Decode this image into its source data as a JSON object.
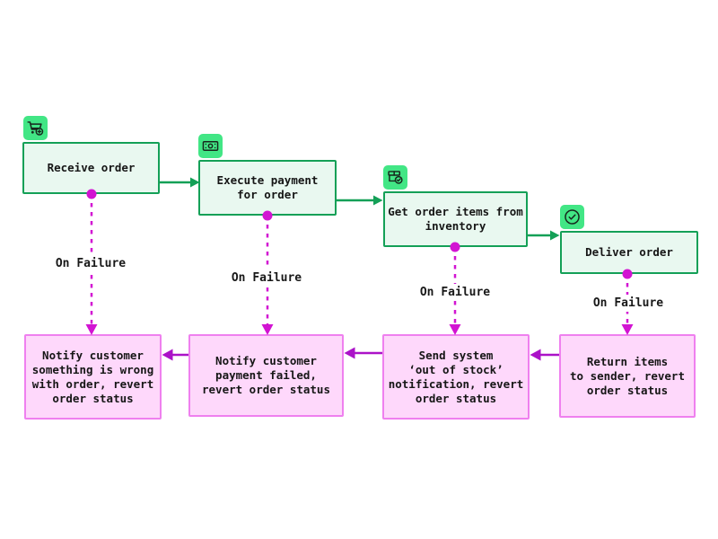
{
  "diagram_type": "flowchart",
  "colors": {
    "success_border": "#14a057",
    "success_fill": "#e9f8f0",
    "badge_green": "#42e685",
    "icon_stroke": "#17271d",
    "failure_magenta": "#d214d2",
    "failure_arrow_purple": "#ab12c8",
    "failure_border": "#ef80ef",
    "failure_fill": "#fed8fb",
    "text": "#161616"
  },
  "success_steps": [
    {
      "label": "Receive order",
      "icon": "cart-plus-icon"
    },
    {
      "label": "Execute payment\nfor order",
      "icon": "banknote-icon"
    },
    {
      "label": "Get order items from\ninventory",
      "icon": "package-check-icon"
    },
    {
      "label": "Deliver order",
      "icon": "check-circle-icon"
    }
  ],
  "failure_steps": [
    {
      "label": "Notify customer\nsomething is wrong\nwith order, revert\norder status"
    },
    {
      "label": "Notify customer\npayment failed,\nrevert order status"
    },
    {
      "label": "Send system\n‘out of stock’\nnotification, revert\norder status"
    },
    {
      "label": "Return items\nto sender, revert\norder status"
    }
  ],
  "connectors": {
    "on_failure_label": "On Failure"
  }
}
